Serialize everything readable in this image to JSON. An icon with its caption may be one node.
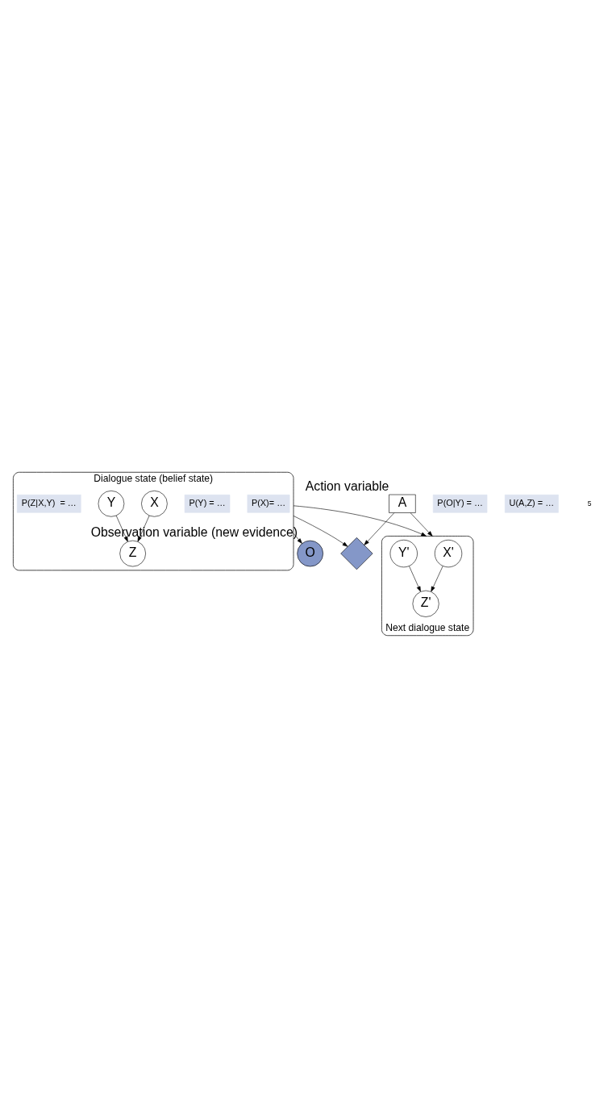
{
  "diagram": {
    "nodes": [
      {
        "text": [
          "Dialogue state (belief state)"
        ]
      },
      {
        "text": [
          "P(X)= …"
        ],
        "in": 0
      },
      {
        "text": [
          "P(Y) = …"
        ],
        "in": 0
      },
      {
        "text": [
          "X"
        ],
        "in": 0
      },
      {
        "text": [
          "Y"
        ],
        "in": 0
      },
      {
        "text": [
          "Z"
        ],
        "in": 0
      },
      {
        "text": [
          "P(Z|X,Y)  = …"
        ],
        "in": 0
      },
      {
        "text": [
          "P(O|Y) = …"
        ]
      },
      {
        "text": [
          "O"
        ],
        "beside": [
          "Observation variable (new evidence)"
        ]
      },
      {
        "text": [],
        "shape": "diamond"
      },
      {
        "text": [
          "A"
        ],
        "beside": [
          "Action variable"
        ]
      },
      {
        "text": [
          "U(A,Z) = …"
        ]
      },
      {
        "text": [
          "Next dialogue state"
        ]
      },
      {
        "text": [
          "X'"
        ],
        "in": 12
      },
      {
        "text": [
          "Y'"
        ],
        "in": 12
      },
      {
        "text": [
          "Z'"
        ],
        "in": 12
      }
    ],
    "edges": [
      {
        "from": 3,
        "to": 5,
        "arrow": "to"
      },
      {
        "from": 4,
        "to": 5,
        "arrow": "to"
      },
      {
        "from": 0,
        "to": 8,
        "arrow": "to"
      },
      {
        "from": 0,
        "to": 9,
        "arrow": "to"
      },
      {
        "from": 0,
        "to": 12,
        "arrow": "to"
      },
      {
        "from": 10,
        "to": 9,
        "arrow": "to"
      },
      {
        "from": 10,
        "to": 12,
        "arrow": "to"
      },
      {
        "from": 13,
        "to": 15,
        "arrow": "to"
      },
      {
        "from": 14,
        "to": 15,
        "arrow": "to"
      }
    ],
    "labels": [
      "5"
    ]
  }
}
